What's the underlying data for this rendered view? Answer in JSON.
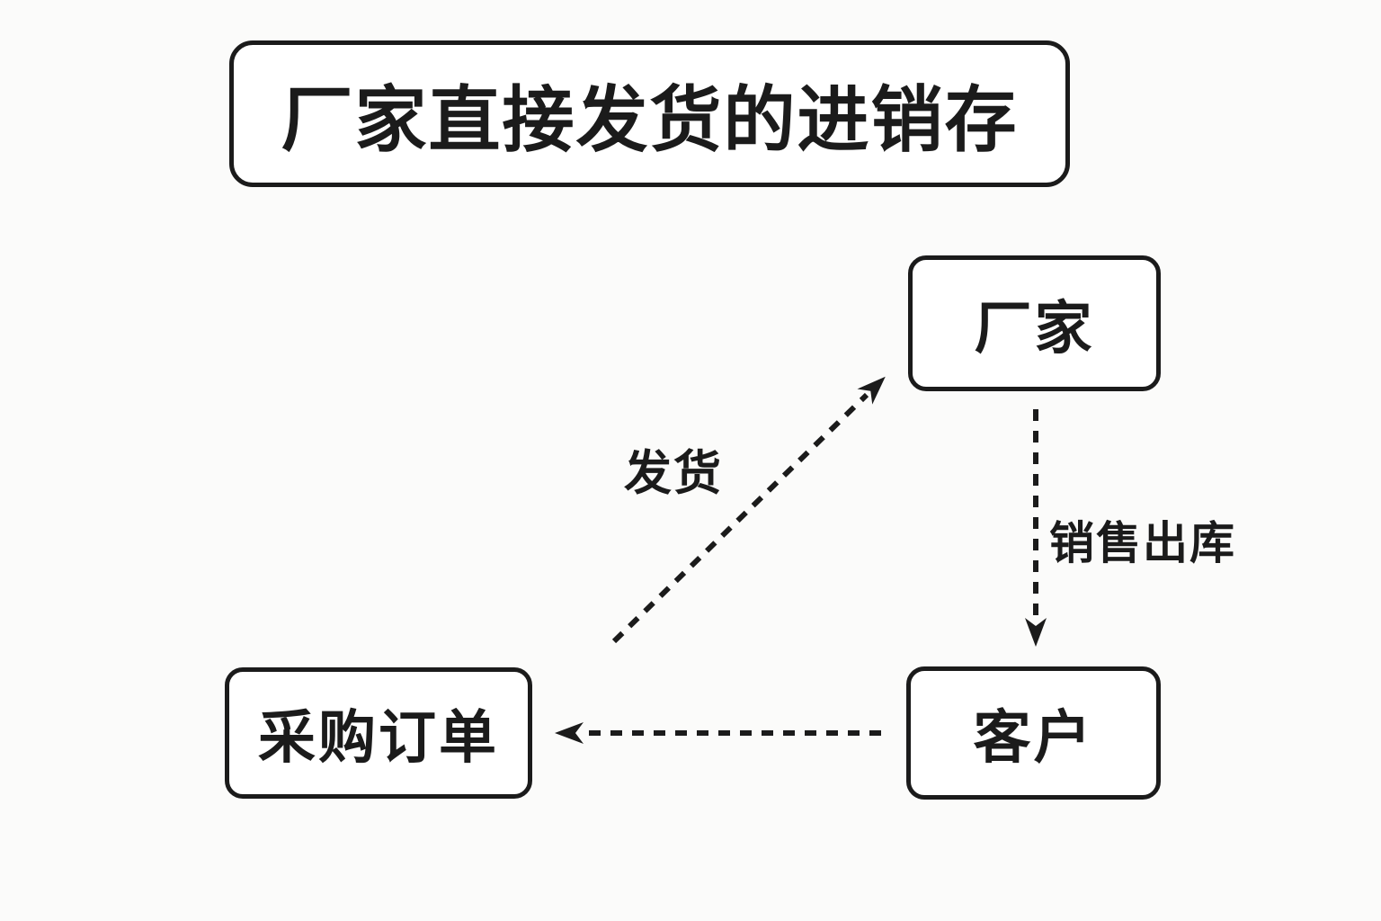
{
  "title": "厂家直接发货的进销存",
  "nodes": [
    {
      "id": "factory",
      "label": "厂家"
    },
    {
      "id": "customer",
      "label": "客户"
    },
    {
      "id": "purchase-order",
      "label": "采购订单"
    }
  ],
  "edges": [
    {
      "from": "purchase-order",
      "to": "factory",
      "label": "发货",
      "style": "dashed-arrow"
    },
    {
      "from": "factory",
      "to": "customer",
      "label": "销售出库",
      "style": "dashed-arrow"
    },
    {
      "from": "customer",
      "to": "purchase-order",
      "label": "",
      "style": "dashed-arrow"
    }
  ],
  "colors": {
    "ink": "#1b1b1b",
    "background": "#fbfbfa",
    "box_fill": "#ffffff"
  }
}
